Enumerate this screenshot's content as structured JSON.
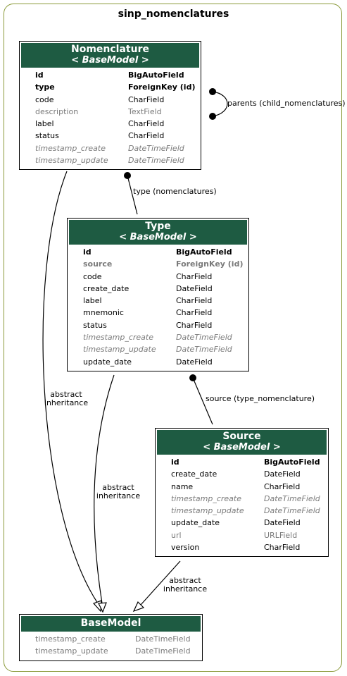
{
  "title": "sinp_nomenclatures",
  "models": {
    "nomenclature": {
      "name": "Nomenclature",
      "base": "< BaseModel >",
      "fields": [
        {
          "name": "id",
          "type": "BigAutoField",
          "bold": true
        },
        {
          "name": "type",
          "type": "ForeignKey (id)",
          "bold": true
        },
        {
          "name": "code",
          "type": "CharField"
        },
        {
          "name": "description",
          "type": "TextField",
          "grey": true
        },
        {
          "name": "label",
          "type": "CharField"
        },
        {
          "name": "status",
          "type": "CharField"
        },
        {
          "name": "timestamp_create",
          "type": "DateTimeField",
          "grey": true,
          "italic": true
        },
        {
          "name": "timestamp_update",
          "type": "DateTimeField",
          "grey": true,
          "italic": true
        }
      ]
    },
    "type": {
      "name": "Type",
      "base": "< BaseModel >",
      "fields": [
        {
          "name": "id",
          "type": "BigAutoField",
          "bold": true
        },
        {
          "name": "source",
          "type": "ForeignKey (id)",
          "bold": true,
          "grey": true
        },
        {
          "name": "code",
          "type": "CharField"
        },
        {
          "name": "create_date",
          "type": "DateField"
        },
        {
          "name": "label",
          "type": "CharField"
        },
        {
          "name": "mnemonic",
          "type": "CharField"
        },
        {
          "name": "status",
          "type": "CharField"
        },
        {
          "name": "timestamp_create",
          "type": "DateTimeField",
          "grey": true,
          "italic": true
        },
        {
          "name": "timestamp_update",
          "type": "DateTimeField",
          "grey": true,
          "italic": true
        },
        {
          "name": "update_date",
          "type": "DateField"
        }
      ]
    },
    "source": {
      "name": "Source",
      "base": "< BaseModel >",
      "fields": [
        {
          "name": "id",
          "type": "BigAutoField",
          "bold": true
        },
        {
          "name": "create_date",
          "type": "DateField"
        },
        {
          "name": "name",
          "type": "CharField"
        },
        {
          "name": "timestamp_create",
          "type": "DateTimeField",
          "grey": true,
          "italic": true
        },
        {
          "name": "timestamp_update",
          "type": "DateTimeField",
          "grey": true,
          "italic": true
        },
        {
          "name": "update_date",
          "type": "DateField"
        },
        {
          "name": "url",
          "type": "URLField",
          "grey": true
        },
        {
          "name": "version",
          "type": "CharField"
        }
      ]
    },
    "basemodel": {
      "name": "BaseModel",
      "fields": [
        {
          "name": "timestamp_create",
          "type": "DateTimeField",
          "grey": true
        },
        {
          "name": "timestamp_update",
          "type": "DateTimeField",
          "grey": true
        }
      ]
    }
  },
  "relations": {
    "parents": "parents (child_nomenclatures)",
    "type": "type (nomenclatures)",
    "source": "source (type_nomenclature)",
    "inherit_line1": "abstract",
    "inherit_line2": "inheritance"
  }
}
